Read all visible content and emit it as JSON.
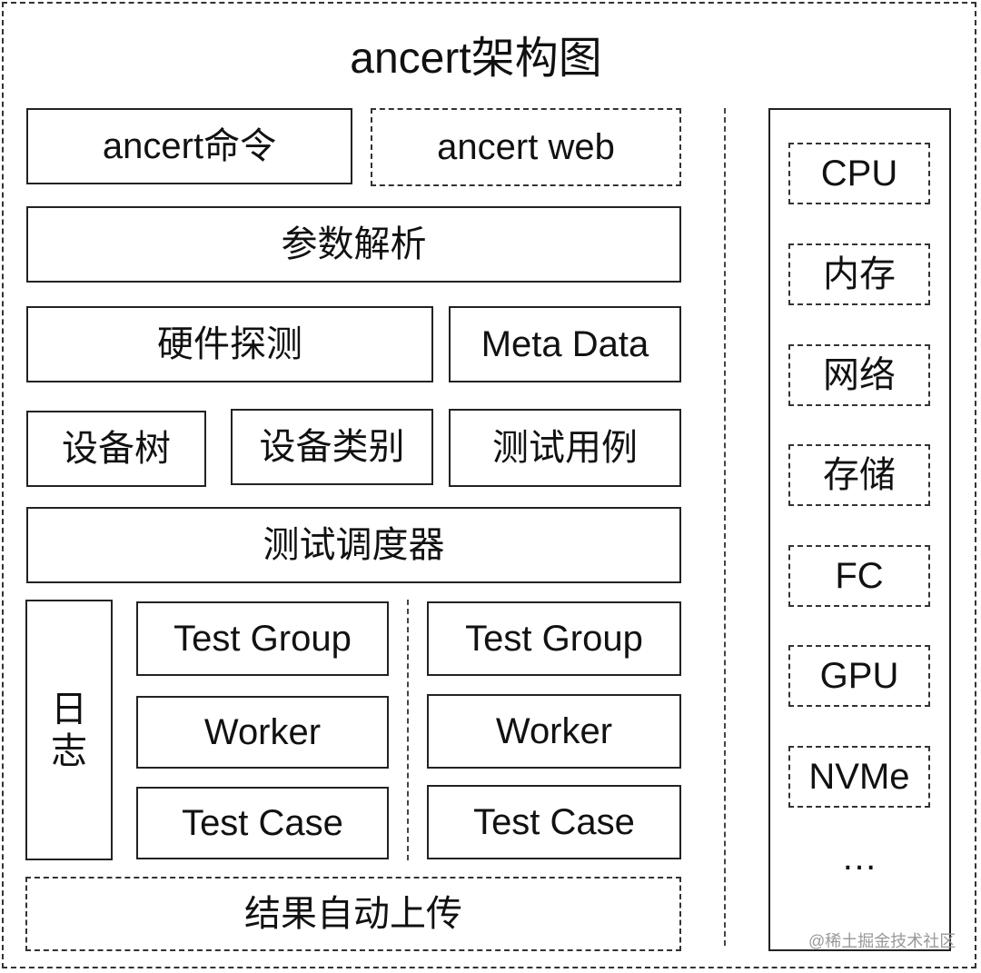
{
  "title": "ancert架构图",
  "top_row": {
    "cmd": "ancert命令",
    "web": "ancert web"
  },
  "param_parse": "参数解析",
  "row3": {
    "hw_detect": "硬件探测",
    "meta": "Meta Data"
  },
  "row4": {
    "device_tree": "设备树",
    "device_class": "设备类别",
    "test_case_lib": "测试用例"
  },
  "scheduler": "测试调度器",
  "log": {
    "char1": "日",
    "char2": "志"
  },
  "group_left": {
    "group": "Test Group",
    "worker": "Worker",
    "case": "Test Case"
  },
  "group_right": {
    "group": "Test Group",
    "worker": "Worker",
    "case": "Test Case"
  },
  "upload": "结果自动上传",
  "hardware": [
    "CPU",
    "内存",
    "网络",
    "存储",
    "FC",
    "GPU",
    "NVMe",
    "…"
  ],
  "watermark": "@稀土掘金技术社区"
}
